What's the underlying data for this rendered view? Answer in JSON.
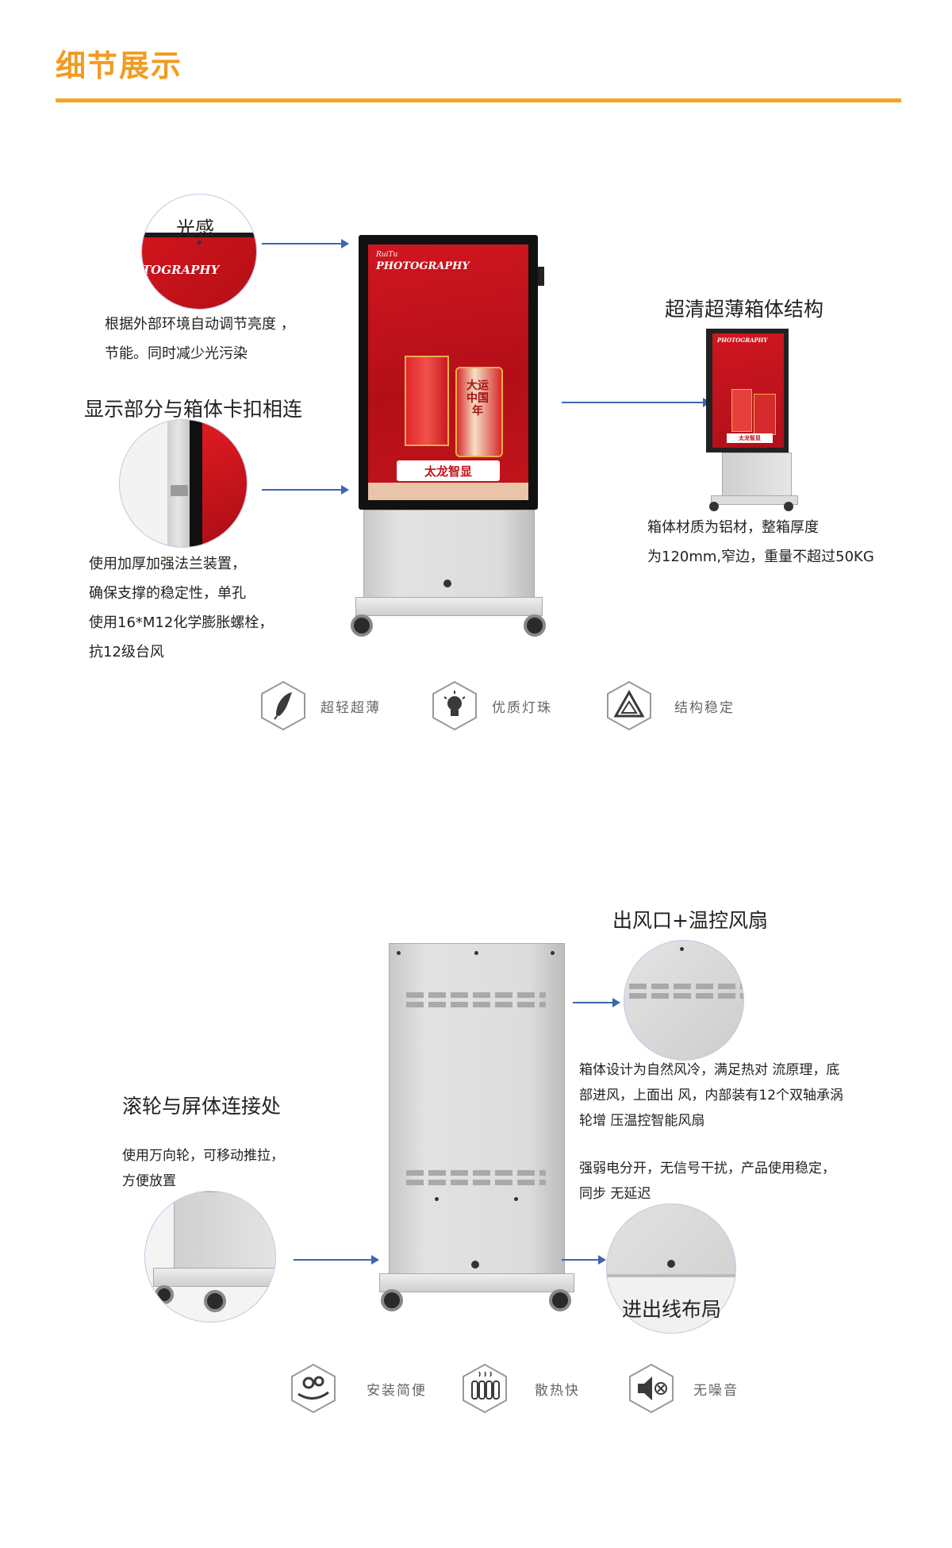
{
  "section_title": "细节展示",
  "top": {
    "light_sensor": {
      "heading": "光感",
      "circle_text": "TOGRAPHY",
      "desc": "根据外部环境自动调节亮度 ，\n节能。同时减少光污染"
    },
    "clip": {
      "heading": "显示部分与箱体卡扣相连",
      "desc": "使用加厚加强法兰装置，\n确保支撑的稳定性，单孔\n使用16*M12化学膨胀螺栓，\n抗12级台风"
    },
    "product": {
      "brand_small": "RuiTu",
      "brand_title": "PHOTOGRAPHY",
      "banner_text": "太龙智显",
      "poster_text": "大运中国年"
    },
    "cabinet": {
      "heading": "超清超薄箱体结构",
      "mini_brand": "PHOTOGRAPHY",
      "mini_banner": "太龙智显",
      "desc": "箱体材质为铝材，整箱厚度\n为120mm,窄边，重量不超过50KG"
    },
    "features": [
      {
        "icon": "feather-icon",
        "label": "超轻超薄"
      },
      {
        "icon": "bulb-icon",
        "label": "优质灯珠"
      },
      {
        "icon": "triangle-icon",
        "label": "结构稳定"
      }
    ]
  },
  "bottom": {
    "fan": {
      "heading": "出风口+温控风扇",
      "desc": "箱体设计为自然风冷，满足热对 流原理，底\n部进风，上面出 风，内部装有12个双轴承涡\n轮增 压温控智能风扇"
    },
    "wiring": {
      "desc": "强弱电分开，无信号干扰，产品使用稳定，\n同步 无延迟",
      "heading": "进出线布局"
    },
    "wheel": {
      "heading": "滚轮与屏体连接处",
      "desc": "使用万向轮，可移动推拉，\n方便放置"
    },
    "features": [
      {
        "icon": "gears-hand-icon",
        "label": "安装简便"
      },
      {
        "icon": "heat-coil-icon",
        "label": "散热快"
      },
      {
        "icon": "mute-speaker-icon",
        "label": "无噪音"
      }
    ]
  }
}
